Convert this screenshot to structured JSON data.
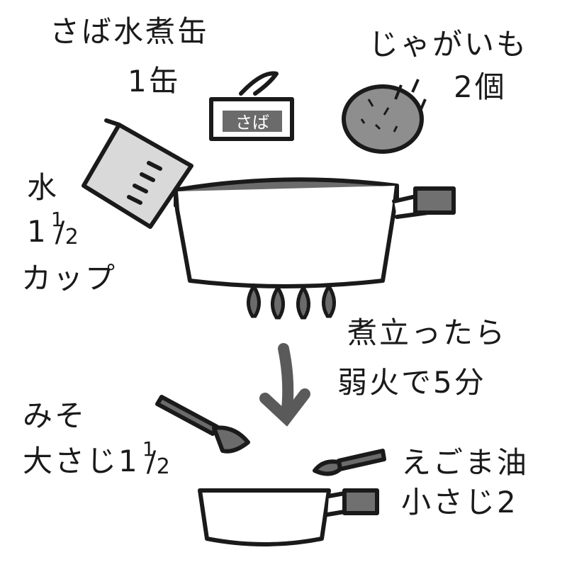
{
  "ingredients": {
    "saba": {
      "line1": "さば水煮缶",
      "line2": "1缶",
      "can_label": "さば"
    },
    "potato": {
      "line1": "じゃがいも",
      "line2": "2個"
    },
    "water": {
      "line1": "水",
      "whole": "1",
      "num": "1",
      "den": "2",
      "line3": "カップ"
    },
    "miso": {
      "line1": "みそ",
      "line2_prefix": "大さじ",
      "whole": "1",
      "num": "1",
      "den": "2"
    },
    "sesame_oil": {
      "line1": "えごま油",
      "line2": "小さじ2"
    }
  },
  "step": {
    "line1": "煮立ったら",
    "line2": "弱火で5分"
  },
  "colors": {
    "ink": "#1a1a1a",
    "gray_fill": "#d9d9d9",
    "dark_fill": "#6b6b6b",
    "handle": "#707070"
  }
}
